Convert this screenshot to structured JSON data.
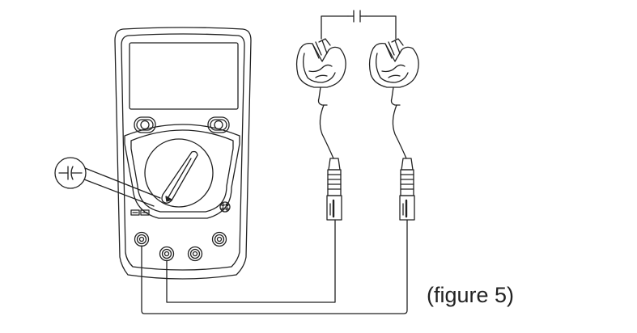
{
  "figure": {
    "caption": "(figure 5)"
  },
  "callout": {
    "symbol": "capacitor-icon"
  },
  "meter": {
    "jacks": 4,
    "connected_jacks": [
      1,
      2
    ]
  },
  "component": {
    "symbol": "capacitor-icon"
  },
  "colors": {
    "ink": "#222222",
    "background": "#ffffff"
  }
}
